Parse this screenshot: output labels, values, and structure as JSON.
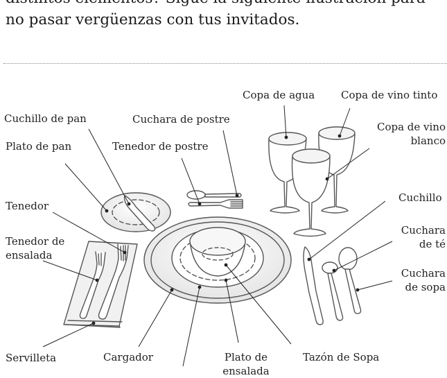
{
  "intro": {
    "line1": "distintos elementos? Sigue la siguiente ilustración para",
    "line2": "no pasar vergüenzas con tus invitados."
  },
  "labels": {
    "copa_agua": "Copa de agua",
    "copa_vino_tinto": "Copa de vino tinto",
    "cuchillo_pan": "Cuchillo de pan",
    "cuchara_postre": "Cuchara de postre",
    "copa_vino_blanco_1": "Copa de vino",
    "copa_vino_blanco_2": "blanco",
    "plato_pan": "Plato de pan",
    "tenedor_postre": "Tenedor de postre",
    "cuchillo": "Cuchillo",
    "tenedor": "Tenedor",
    "cuchara_te_1": "Cuchara",
    "cuchara_te_2": "de té",
    "tenedor_ensalada_1": "Tenedor de",
    "tenedor_ensalada_2": "ensalada",
    "cuchara_sopa_1": "Cuchara",
    "cuchara_sopa_2": "de sopa",
    "servilleta": "Servilleta",
    "cargador": "Cargador",
    "plato_ensalada_1": "Plato de",
    "plato_ensalada_2": "ensalada",
    "tazon_sopa": "Tazón de Sopa"
  },
  "colors": {
    "stroke": "#555555",
    "fill": "#ffffff",
    "shade": "#e6e6e6",
    "text": "#222222"
  }
}
